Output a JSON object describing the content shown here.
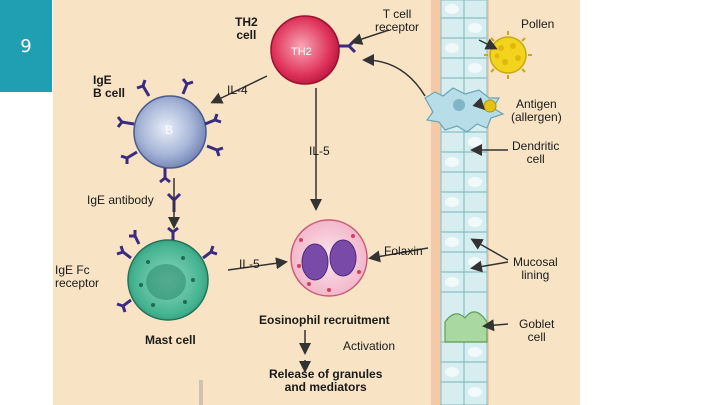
{
  "slide": {
    "number": "9"
  },
  "labels": {
    "th2_cell": "TH2\ncell",
    "th2_inside": "TH2",
    "t_cell_receptor": "T cell\nreceptor",
    "pollen": "Pollen",
    "ige_b_cell": "IgE\nB cell",
    "b_inside": "B",
    "il4": "IL-4",
    "antigen": "Antigen\n(allergen)",
    "dendritic_cell": "Dendritic\ncell",
    "il5_top": "IL-5",
    "ige_antibody": "IgE antibody",
    "ige_fc_receptor": "IgE Fc\nreceptor",
    "il5_mid": "IL-5",
    "folaxin": "Folaxin",
    "mucosal_lining": "Mucosal\nlining",
    "mast_cell": "Mast cell",
    "eosinophil_recruitment": "Eosinophil recruitment",
    "goblet_cell": "Goblet\ncell",
    "activation": "Activation",
    "release": "Release of granules\nand mediators"
  },
  "colors": {
    "slide_tab": "#1f9fb1",
    "background": "#f8e4c5",
    "th2_cell": "#d8204a",
    "b_cell": "#8e9ec9",
    "mast_cell": "#3fae8e",
    "eosinophil": "#e87a9a",
    "epithelium": "#c8e6ea",
    "pollen": "#f0d020",
    "antibody": "#3a2a80"
  }
}
